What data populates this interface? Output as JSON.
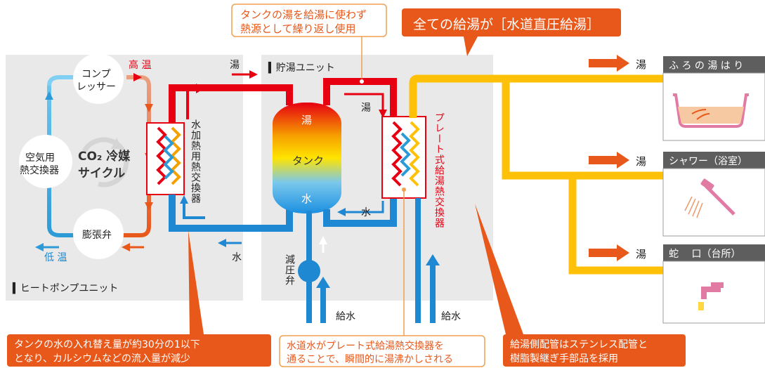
{
  "callouts": {
    "top_center": [
      "タンクの湯を給湯に使わず",
      "熱源として繰り返し使用"
    ],
    "top_right": "全ての給湯が［水道直圧給湯］",
    "bottom_left": [
      "タンクの水の入れ替え量が約30分の1以下",
      "となり、カルシウムなどの流入量が減少"
    ],
    "bottom_center": [
      "水道水がプレート式給湯熱交換器を",
      "通ることで、瞬間的に湯沸かしされる"
    ],
    "bottom_right": [
      "給湯側配管はステンレス配管と",
      "樹脂製継ぎ手部品を採用"
    ]
  },
  "heat_pump": {
    "unit_label": "▍ヒートポンプユニット",
    "compressor": [
      "コンプ",
      "レッサー"
    ],
    "air_exchanger": [
      "空気用",
      "熱交換器"
    ],
    "cycle": [
      "CO₂ 冷媒",
      "サイクル"
    ],
    "expansion_valve": "膨張弁",
    "high_temp": "高 温",
    "low_temp": "低 温",
    "water_exchanger": "水加熱用熱交換器"
  },
  "storage": {
    "unit_label": "▍貯湯ユニット",
    "tank_hot": "湯",
    "tank_name": "タンク",
    "tank_water": "水",
    "pipe_hot": "湯",
    "pipe_water": "水",
    "pressure_valve": "減圧弁",
    "plate_exchanger": "プレート式給湯熱交換器",
    "supply_water": "給水"
  },
  "outlets": [
    {
      "flow": "湯",
      "label": "ふ ろ の 湯 は り"
    },
    {
      "flow": "湯",
      "label": "シャワー（浴室）"
    },
    {
      "flow": "湯",
      "label": "蛇　 口（台所）"
    }
  ],
  "colors": {
    "hot": "#e60012",
    "cold": "#1e88d2",
    "supply": "#ffc107",
    "accent": "#e8581a",
    "panel": "#e9e9e9"
  }
}
